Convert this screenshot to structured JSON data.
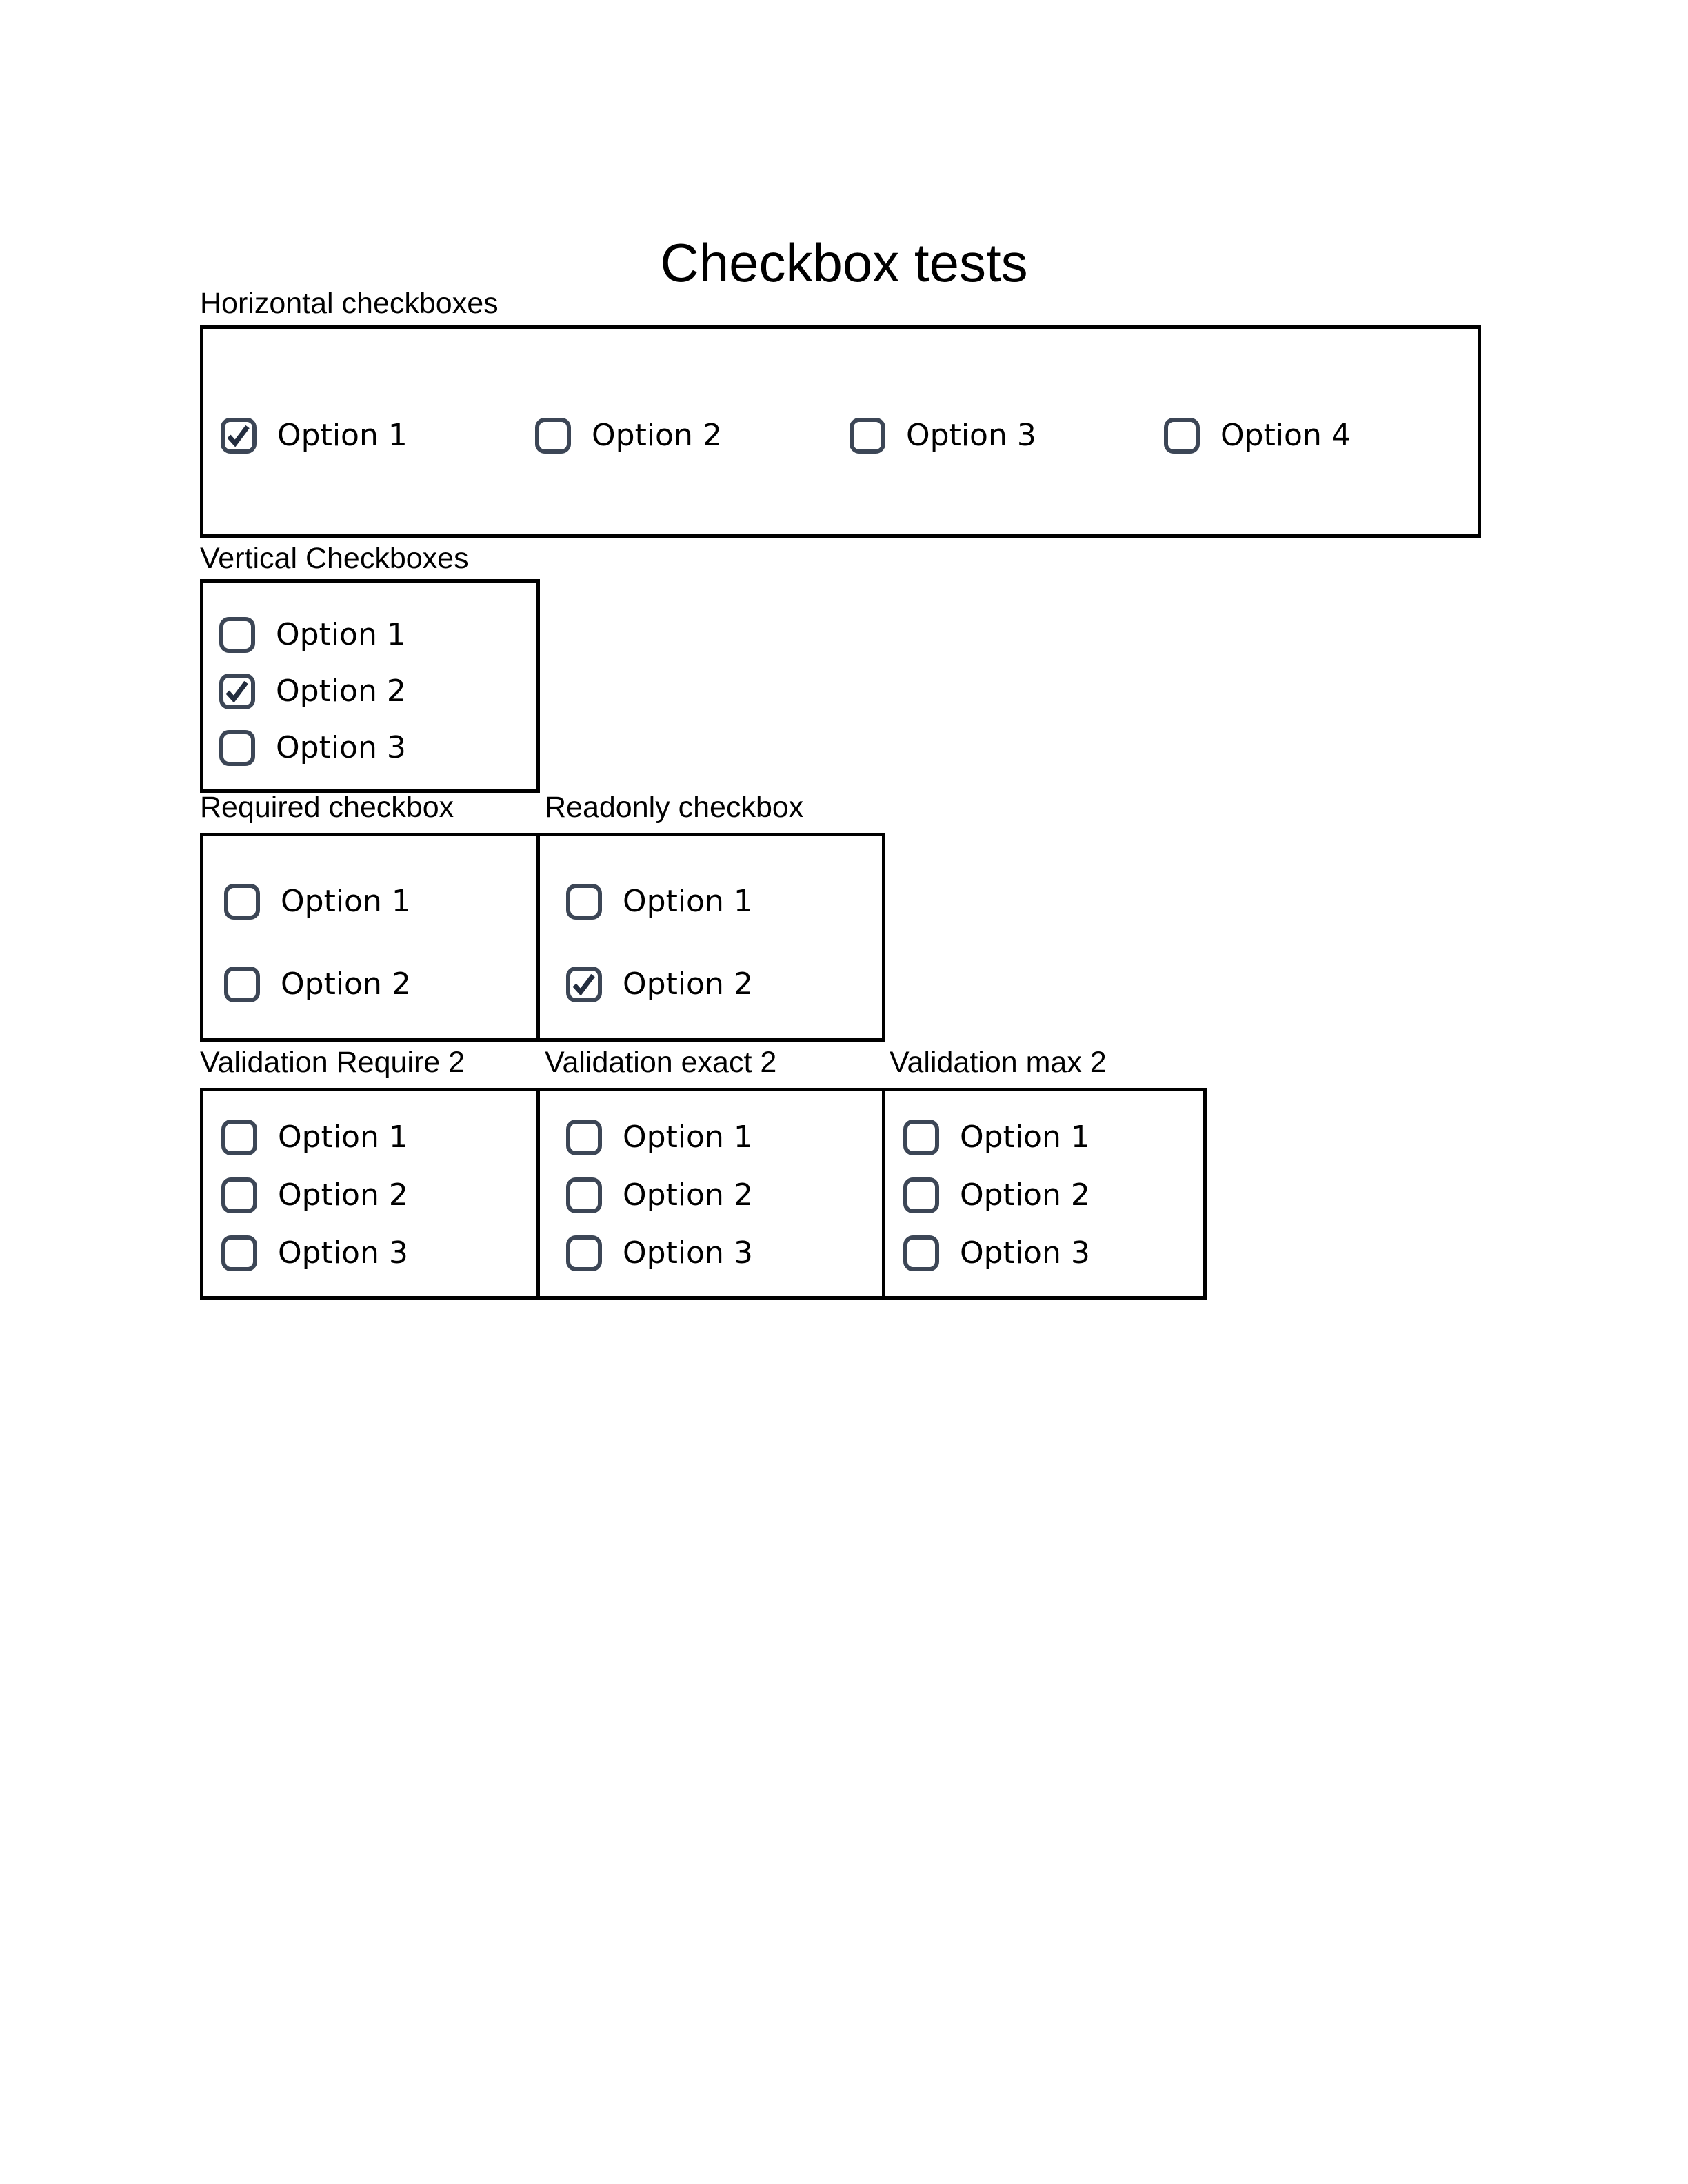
{
  "page": {
    "title": "Checkbox tests"
  },
  "colors": {
    "box_border": "#000000",
    "checkbox_border": "#3c4656",
    "checkmark": "#232d3f",
    "text": "#000000"
  },
  "groups": [
    {
      "label": "Horizontal checkboxes",
      "layout": "horizontal",
      "options": [
        {
          "label": "Option 1",
          "checked": true
        },
        {
          "label": "Option 2",
          "checked": false
        },
        {
          "label": "Option 3",
          "checked": false
        },
        {
          "label": "Option 4",
          "checked": false
        }
      ]
    },
    {
      "label": "Vertical Checkboxes",
      "layout": "vertical",
      "options": [
        {
          "label": "Option 1",
          "checked": false
        },
        {
          "label": "Option 2",
          "checked": true
        },
        {
          "label": "Option 3",
          "checked": false
        }
      ]
    },
    {
      "label": "Required checkbox",
      "layout": "vertical",
      "options": [
        {
          "label": "Option 1",
          "checked": false
        },
        {
          "label": "Option 2",
          "checked": false
        }
      ]
    },
    {
      "label": "Readonly checkbox",
      "layout": "vertical",
      "options": [
        {
          "label": "Option 1",
          "checked": false
        },
        {
          "label": "Option 2",
          "checked": true
        }
      ]
    },
    {
      "label": "Validation Require 2",
      "layout": "vertical",
      "options": [
        {
          "label": "Option 1",
          "checked": false
        },
        {
          "label": "Option 2",
          "checked": false
        },
        {
          "label": "Option 3",
          "checked": false
        }
      ]
    },
    {
      "label": "Validation exact 2",
      "layout": "vertical",
      "options": [
        {
          "label": "Option 1",
          "checked": false
        },
        {
          "label": "Option 2",
          "checked": false
        },
        {
          "label": "Option 3",
          "checked": false
        }
      ]
    },
    {
      "label": "Validation max 2",
      "layout": "vertical",
      "options": [
        {
          "label": "Option 1",
          "checked": false
        },
        {
          "label": "Option 2",
          "checked": false
        },
        {
          "label": "Option 3",
          "checked": false
        }
      ]
    }
  ]
}
